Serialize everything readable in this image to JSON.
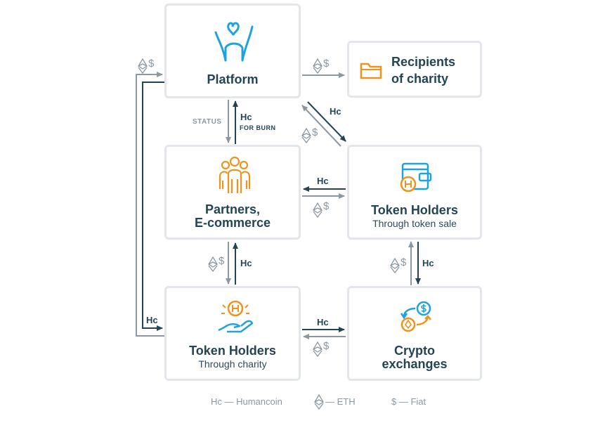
{
  "nodes": {
    "platform": {
      "title": "Platform"
    },
    "recipients": {
      "title_line1": "Recipients",
      "title_line2": "of charity"
    },
    "partners": {
      "title_line1": "Partners,",
      "title_line2": "E-commerce"
    },
    "holders_sale": {
      "title": "Token Holders",
      "subtitle": "Through token sale"
    },
    "holders_charity": {
      "title": "Token Holders",
      "subtitle": "Through charity"
    },
    "exchanges": {
      "title_line1": "Crypto",
      "title_line2": "exchanges"
    }
  },
  "edge_labels": {
    "hc": "Hc",
    "status": "STATUS",
    "for_burn": "FOR BURN",
    "dollar": "$"
  },
  "legend": {
    "hc": "Hc — Humancoin",
    "eth": "— ETH",
    "fiat": "$ — Fiat"
  },
  "colors": {
    "dark_arrow": "#234553",
    "grey_arrow": "#8b98a2",
    "blue_icon": "#1fa3dc",
    "orange_icon": "#f0931e"
  }
}
